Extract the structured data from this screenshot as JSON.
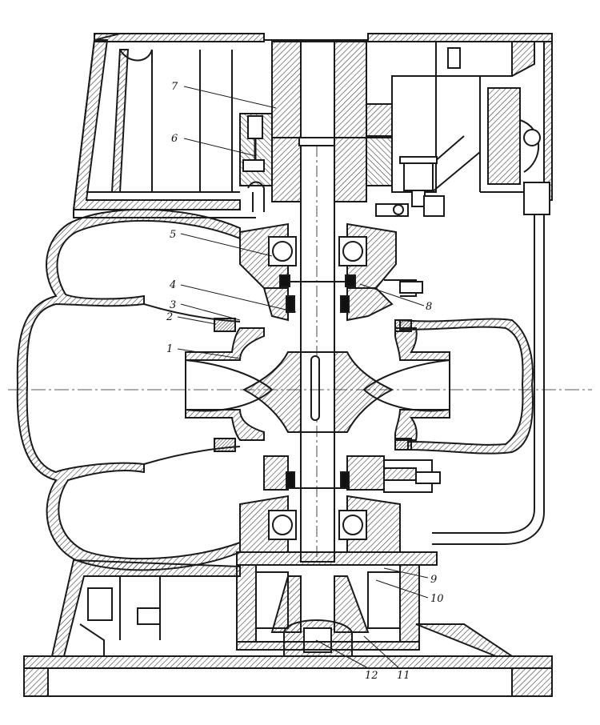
{
  "colors": {
    "ink": "#1a1a1a",
    "hatch": "#3a3a3a",
    "paper": "#ffffff"
  },
  "labels": {
    "l1": "1",
    "l2": "2",
    "l3": "3",
    "l4": "4",
    "l5": "5",
    "l6": "6",
    "l7": "7",
    "l8": "8",
    "l9": "9",
    "l10": "10",
    "l11": "11",
    "l12": "12"
  }
}
